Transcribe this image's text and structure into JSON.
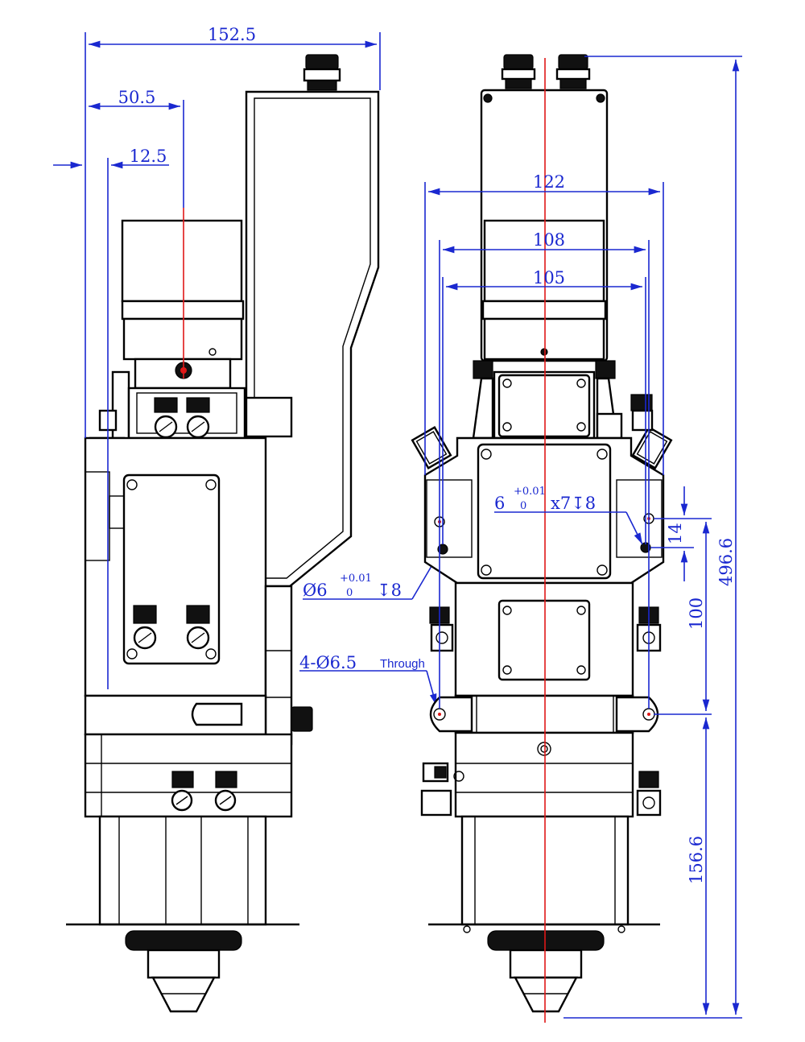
{
  "colors": {
    "dimension": "#1a28d0",
    "centerline": "#e01818",
    "outline": "#000000",
    "background": "#ffffff"
  },
  "side_view": {
    "dim_total_width": "152.5",
    "dim_axis_offset": "50.5",
    "dim_edge_offset": "12.5",
    "callout_hole": {
      "prefix": "Ø6",
      "tol_upper": "+0.01",
      "tol_lower": "0",
      "depth": "↧8"
    },
    "callout_through": {
      "label": "4-Ø6.5",
      "note": "Through"
    }
  },
  "front_view": {
    "dim_122": "122",
    "dim_108": "108",
    "dim_105": "105",
    "dim_total_height": "496.6",
    "dim_hole_pitch": "14",
    "dim_mount_spacing": "100",
    "dim_lower_height": "156.6",
    "callout_pin": {
      "prefix": "6",
      "tol_upper": "+0.01",
      "tol_lower": "0",
      "suffix": "x7↧8"
    }
  }
}
